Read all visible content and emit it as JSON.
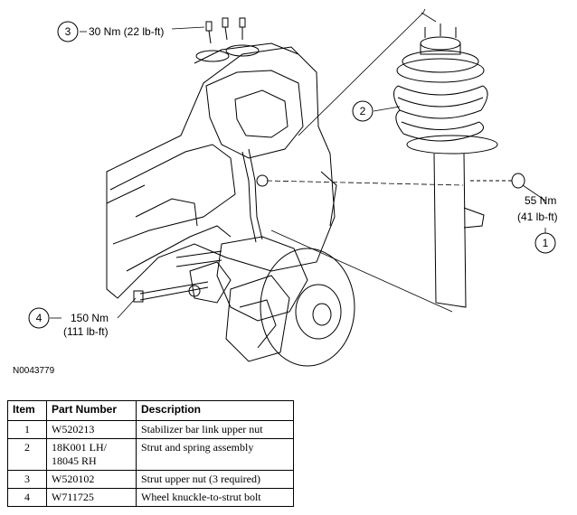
{
  "callouts": [
    {
      "num": "1",
      "spec": [
        "55 Nm",
        "(41 lb-ft)"
      ]
    },
    {
      "num": "2",
      "spec": []
    },
    {
      "num": "3",
      "spec": [
        "30 Nm (22 lb-ft)"
      ]
    },
    {
      "num": "4",
      "spec": [
        "150 Nm",
        "(111 lb-ft)"
      ]
    }
  ],
  "figure_id": "N0043779",
  "table": {
    "headers": [
      "Item",
      "Part Number",
      "Description"
    ],
    "rows": [
      {
        "item": "1",
        "part_number": [
          "W520213"
        ],
        "description": "Stabilizer bar link upper nut"
      },
      {
        "item": "2",
        "part_number": [
          "18K001 LH/",
          "18045 RH"
        ],
        "description": "Strut and spring assembly"
      },
      {
        "item": "3",
        "part_number": [
          "W520102"
        ],
        "description": "Strut upper nut (3 required)"
      },
      {
        "item": "4",
        "part_number": [
          "W711725"
        ],
        "description": "Wheel knuckle-to-strut bolt"
      }
    ]
  }
}
